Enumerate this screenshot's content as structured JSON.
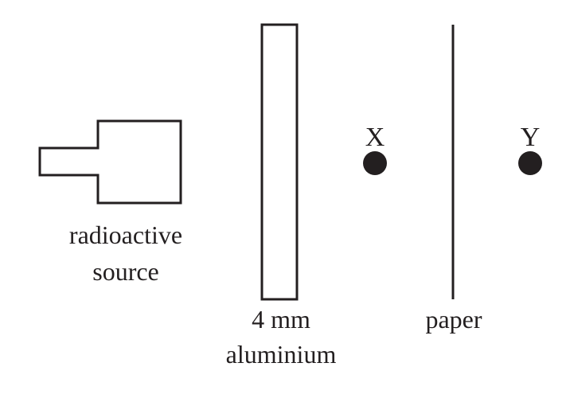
{
  "labels": {
    "source_line1": "radioactive",
    "source_line2": "source",
    "aluminium_line1": "4 mm",
    "aluminium_line2": "aluminium",
    "paper": "paper",
    "point_x": "X",
    "point_y": "Y"
  },
  "colors": {
    "ink": "#231f20",
    "background": "#ffffff"
  }
}
